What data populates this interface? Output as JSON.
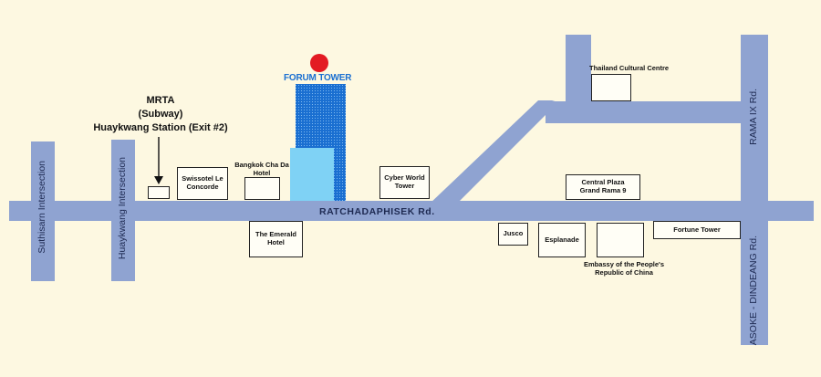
{
  "roads": {
    "main": "RATCHADAPHISEK Rd.",
    "suthisarn": "Suthisarn Intersection",
    "huaykwang": "Huaykwang Intersection",
    "rama9": "RAMA IX Rd.",
    "asoke": "ASOKE - DINDEANG Rd."
  },
  "mrta": {
    "line1": "MRTA",
    "line2": "(Subway)",
    "line3": "Huaykwang Station (Exit #2)"
  },
  "forum_tower": {
    "title": "FORUM TOWER"
  },
  "buildings": {
    "swissotel": "Swissotel Le Concorde",
    "bangkok_cha_da": "Bangkok Cha Da Hotel",
    "emerald": "The Emerald Hotel",
    "cyber_world": "Cyber World Tower",
    "thailand_cultural": "Thailand Cultural Centre",
    "central_plaza": "Central Plaza Grand Rama 9",
    "jusco": "Jusco",
    "esplanade": "Esplanade",
    "embassy": "Embassy of the People's Republic of China",
    "fortune": "Fortune Tower"
  },
  "colors": {
    "background": "#fdf8e1",
    "road": "#8fa3d1",
    "tower_blue": "#1a6fd1",
    "tower_light": "#7fd2f5",
    "logo_red": "#e31b23"
  }
}
